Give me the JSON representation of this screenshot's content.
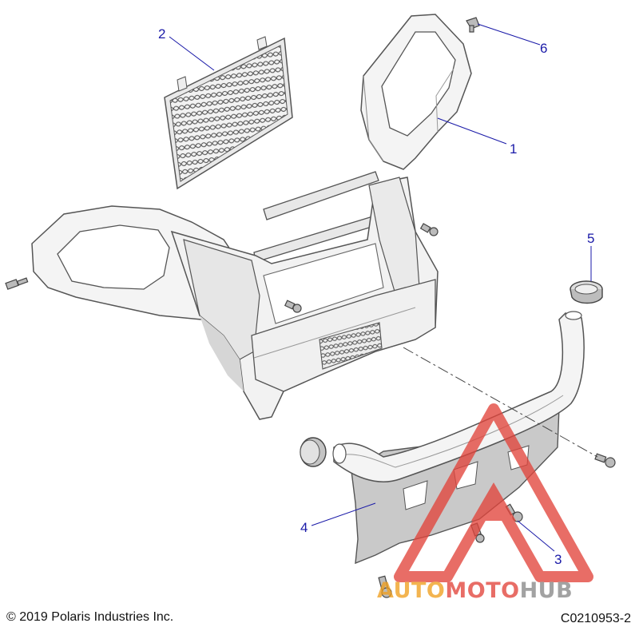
{
  "diagram": {
    "callouts": [
      {
        "id": "1",
        "label": "1"
      },
      {
        "id": "2",
        "label": "2"
      },
      {
        "id": "3",
        "label": "3"
      },
      {
        "id": "4",
        "label": "4"
      },
      {
        "id": "5",
        "label": "5"
      },
      {
        "id": "6",
        "label": "6"
      }
    ],
    "colors": {
      "callout_text": "#1a1aa8",
      "leader_line": "#1a1aa8",
      "part_fill": "#f4f4f4",
      "part_shade": "#c9c9c9",
      "part_outline": "#5a5a5a",
      "watermark_red": "#e2453c",
      "watermark_orange": "#f0a020",
      "watermark_gray": "#888888"
    }
  },
  "footer": {
    "copyright": "© 2019 Polaris Industries Inc.",
    "part_code": "C0210953-2"
  },
  "watermark": {
    "part1": "AUTO",
    "part2": "MOTO",
    "part3": "HUB"
  }
}
